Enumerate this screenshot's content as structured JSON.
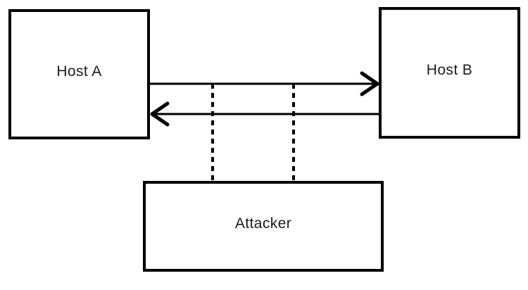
{
  "diagram": {
    "background_color": "#ffffff",
    "line_color": "#000000",
    "text_color": "#1c1c1c",
    "nodes": [
      {
        "id": "host-a",
        "label": "Host A"
      },
      {
        "id": "host-b",
        "label": "Host B"
      },
      {
        "id": "attacker",
        "label": "Attacker"
      }
    ],
    "edges": [
      {
        "from": "host-a",
        "to": "host-b",
        "type": "solid-arrow",
        "direction": "right"
      },
      {
        "from": "host-b",
        "to": "host-a",
        "type": "solid-arrow",
        "direction": "left"
      },
      {
        "from": "attacker",
        "to": "link-between-hosts",
        "type": "dotted-tap",
        "position": "left"
      },
      {
        "from": "attacker",
        "to": "link-between-hosts",
        "type": "dotted-tap",
        "position": "right"
      }
    ]
  }
}
